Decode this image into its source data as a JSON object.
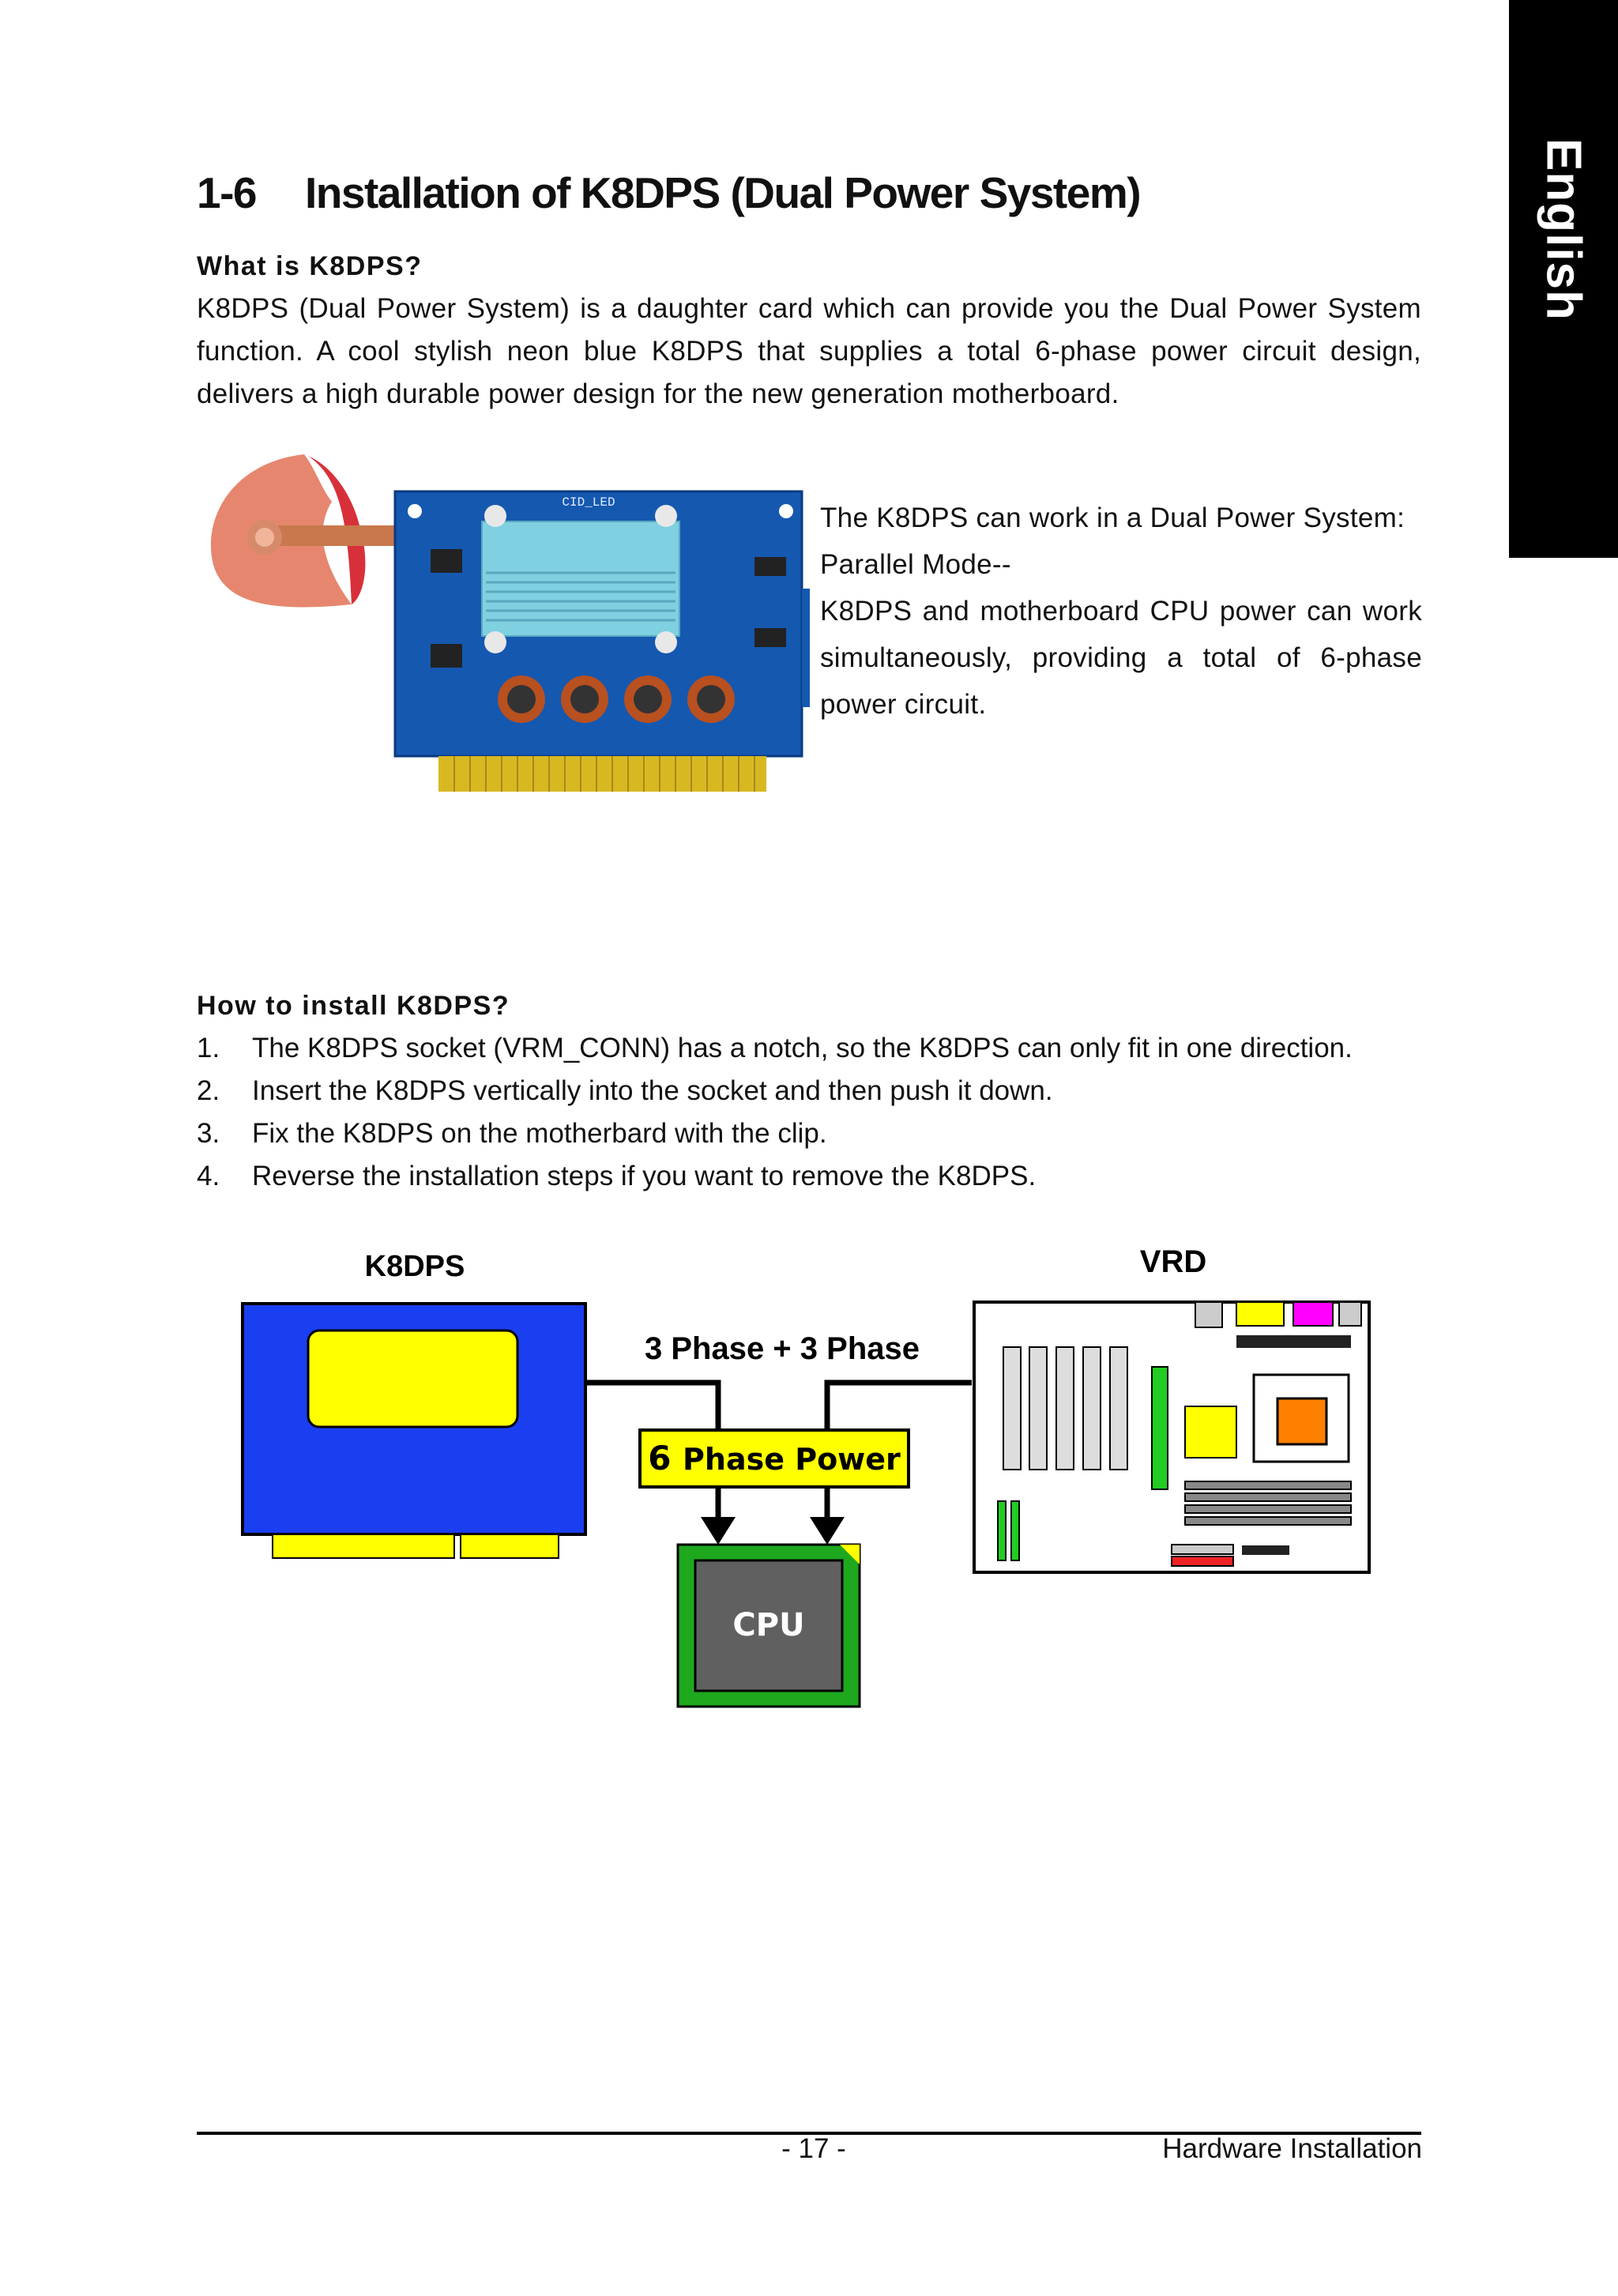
{
  "side_tab": {
    "label": "English"
  },
  "section": {
    "number": "1-6",
    "title": "Installation of K8DPS (Dual Power System)"
  },
  "what_is": {
    "heading": "What is K8DPS?",
    "body": "K8DPS (Dual Power System) is a daughter card which can provide you the Dual Power System function. A cool stylish neon blue K8DPS that supplies a total 6-phase power circuit design, delivers a high durable power design for the new generation motherboard."
  },
  "photo": {
    "board_label": "CID_LED"
  },
  "dual_mode": {
    "line1": "The K8DPS can work in a Dual Power System:",
    "line2": "Parallel Mode--",
    "line3": "K8DPS and motherboard CPU power can work simultaneously, providing a total of 6-phase power circuit."
  },
  "how_to": {
    "heading": "How to install K8DPS?",
    "steps": [
      {
        "n": "1.",
        "text": "The K8DPS socket (VRM_CONN) has a notch, so the K8DPS can only fit in one direction."
      },
      {
        "n": "2.",
        "text": "Insert the K8DPS vertically into the socket and then push it down."
      },
      {
        "n": "3.",
        "text": "Fix the K8DPS on the motherbard with the clip."
      },
      {
        "n": "4.",
        "text": "Reverse the installation steps if you want to remove the K8DPS."
      }
    ]
  },
  "diagram": {
    "k8dps_label": "K8DPS",
    "vrd_label": "VRD",
    "phase_label": "3 Phase + 3 Phase",
    "power_num": "6",
    "power_label": "Phase Power",
    "cpu_label": "CPU"
  },
  "footer": {
    "page": "- 17 -",
    "section": "Hardware Installation"
  }
}
